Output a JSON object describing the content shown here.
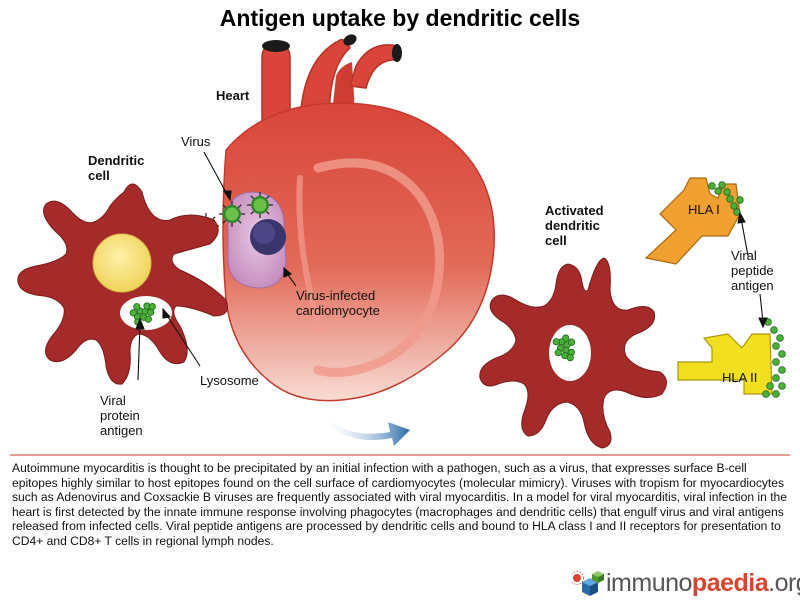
{
  "title": "Antigen uptake by dendritic cells",
  "labels": {
    "heart": "Heart",
    "virus": "Virus",
    "dendritic_cell": [
      "Dendritic",
      "cell"
    ],
    "activated_dendritic_cell": [
      "Activated",
      "dendritic",
      "cell"
    ],
    "virus_infected_cardiomyocyte": [
      "Virus-infected",
      "cardiomyocyte"
    ],
    "lysosome": "Lysosome",
    "viral_protein_antigen": [
      "Viral",
      "protein",
      "antigen"
    ],
    "viral_peptide_antigen": [
      "Viral",
      "peptide",
      "antigen"
    ],
    "hla_i": "HLA I",
    "hla_ii": "HLA II"
  },
  "caption": "Autoimmune myocarditis is thought to be precipitated by an initial infection with a pathogen, such as a virus, that expresses surface B-cell epitopes highly similar to host epitopes found on the cell surface of cardiomyocytes (molecular mimicry). Viruses with tropism for myocardiocytes such as Adenovirus and Coxsackie B viruses are frequently associated with viral myocarditis. In a model for viral myocarditis, viral infection in the heart is first detected by the innate immune response involving phagocytes (macrophages and dendritic cells) that engulf virus and viral antigens released from infected cells. Viral peptide antigens are processed by dendritic cells and bound to HLA class I and II receptors for presentation to CD4+ and CD8+ T cells in regional lymph nodes.",
  "logo": {
    "part1": "immuno",
    "part2": "paedia",
    "part3": ".org"
  },
  "colors": {
    "cell_red": "#a52a2a",
    "heart_red": "#de4a3c",
    "nucleus_yellow": "#f3dc6c",
    "virus_green": "#4caf3c",
    "hla_i_orange": "#f0a030",
    "hla_ii_yellow": "#f2e020",
    "infected_cell_pink": "#c89ac2",
    "arrow_blue": "#2a6aa8",
    "divider": "#c0392b"
  }
}
